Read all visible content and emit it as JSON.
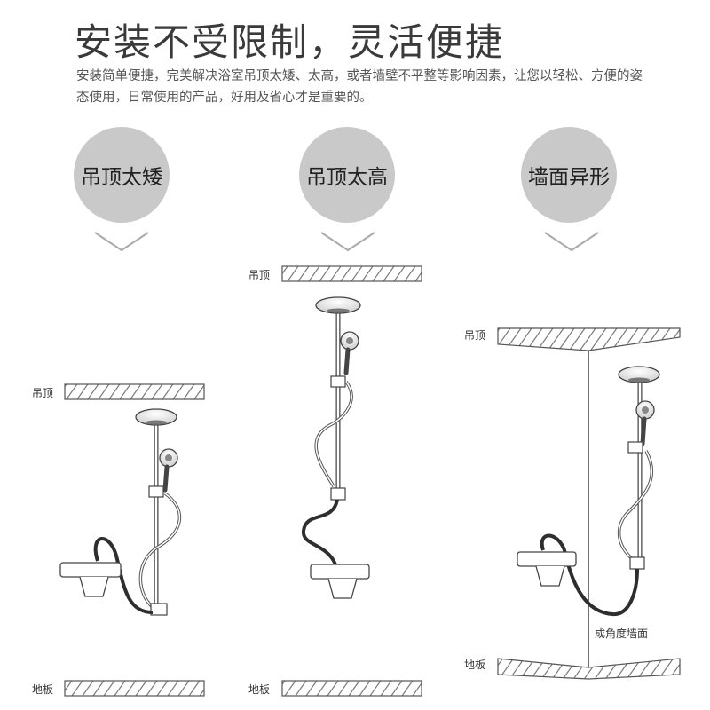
{
  "headline": "安装不受限制，灵活便捷",
  "intro": "安装简单便捷，完美解决浴室吊顶太矮、太高，或者墙壁不平整等影响因素，让您以轻松、方便的姿态使用，日常使用的产品，好用及省心才是重要的。",
  "scenarios": [
    {
      "title": "吊顶太矮",
      "ceiling_label": "吊顶",
      "floor_label": "地板"
    },
    {
      "title": "吊顶太高",
      "ceiling_label": "吊顶",
      "floor_label": "地板"
    },
    {
      "title": "墙面异形",
      "ceiling_label": "吊顶",
      "floor_label": "地板",
      "wall_label": "成角度墙面"
    }
  ],
  "colors": {
    "circle": "#c9c9c9",
    "line_art": "#444444",
    "hose_dark": "#2e2e2e"
  }
}
